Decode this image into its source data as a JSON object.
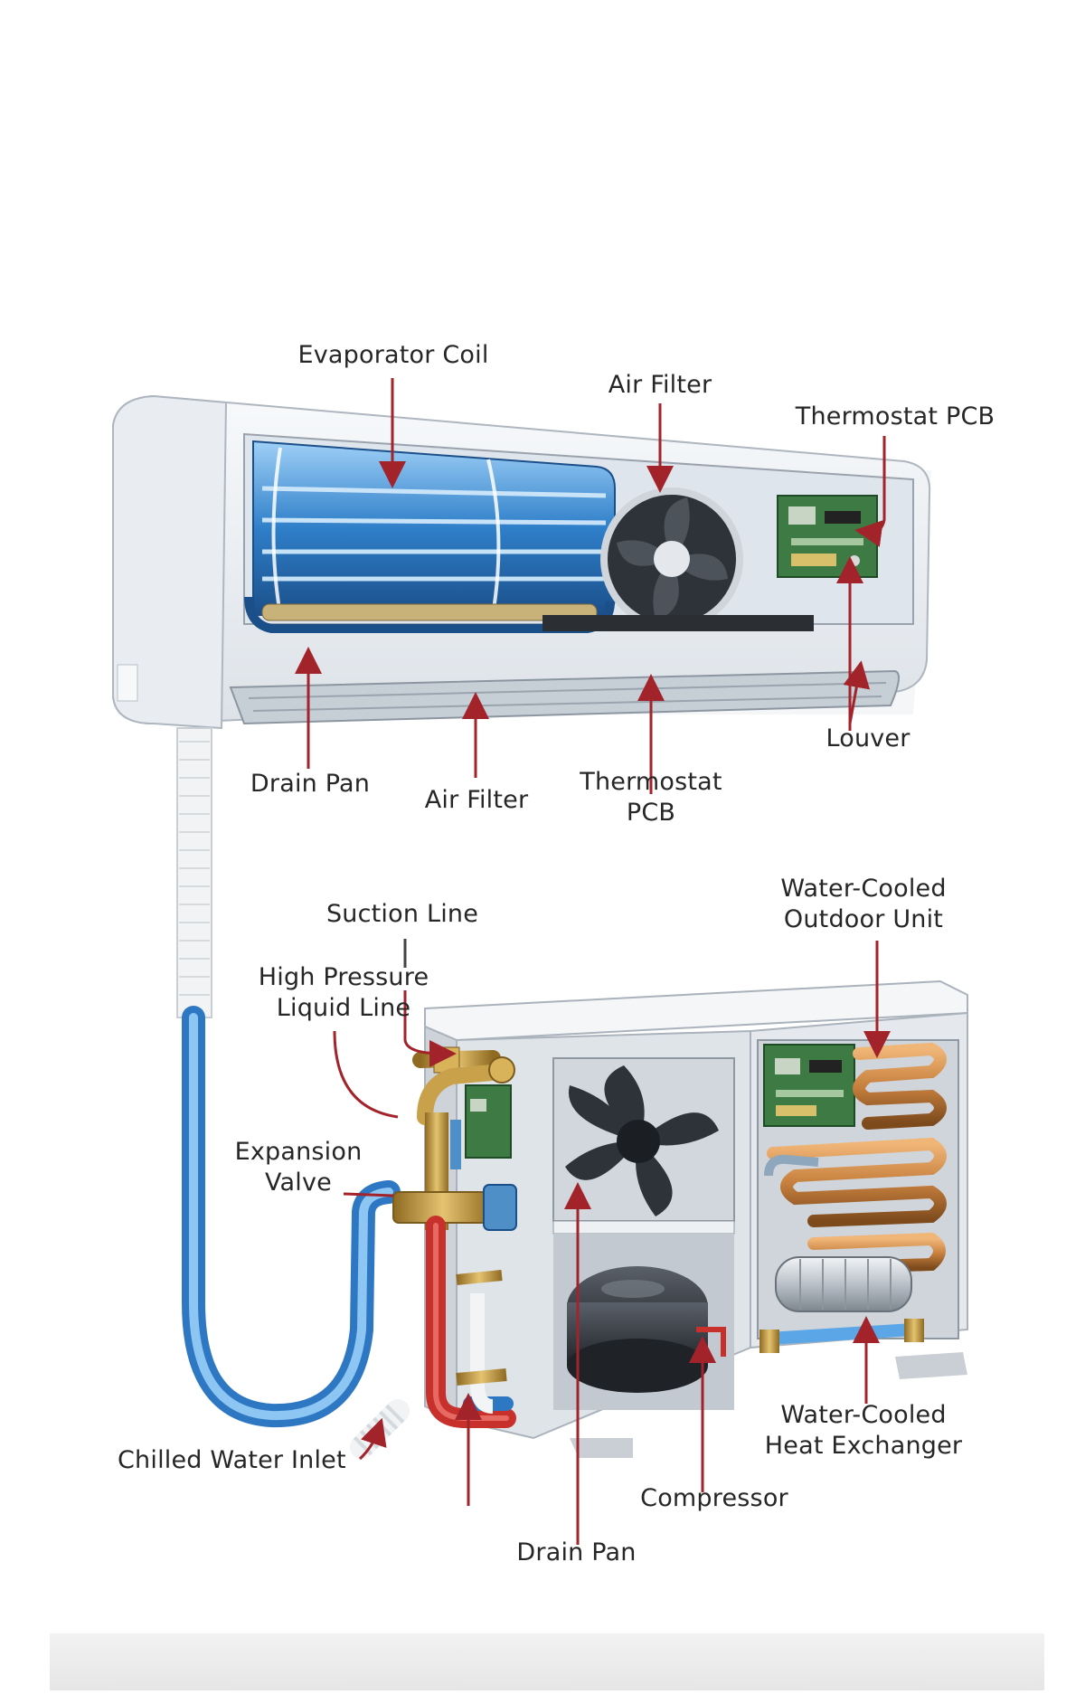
{
  "colors": {
    "leader_line": "#a3232b",
    "unit_body": "#eef1f4",
    "coil_blue": "#2f7fc9",
    "chilled_pipe": "#5aa6e6",
    "hot_pipe": "#c8302c",
    "brass": "#c9a14a",
    "copper": "#c7803e",
    "pcb_green": "#3d7a44",
    "fan_dark": "#2e3339"
  },
  "indoor_unit": {
    "labels": {
      "evaporator_coil": "Evaporator Coil",
      "air_filter_top": "Air Filter",
      "thermostat_pcb_top": "Thermostat PCB",
      "louver": "Louver",
      "drain_pan": "Drain Pan",
      "air_filter_bottom": "Air Filter",
      "thermostat_pcb_bottom": "Thermostat\nPCB"
    }
  },
  "outdoor_unit": {
    "labels": {
      "suction_line": "Suction Line",
      "high_pressure_liquid_line": "High Pressure\nLiquid Line",
      "water_cooled_outdoor_unit": "Water-Cooled\nOutdoor Unit",
      "expansion_valve": "Expansion\nValve",
      "chilled_water_inlet": "Chilled Water Inlet",
      "water_cooled_heat_exchanger": "Water-Cooled\nHeat Exchanger",
      "compressor": "Compressor",
      "drain_pan": "Drain Pan"
    }
  }
}
